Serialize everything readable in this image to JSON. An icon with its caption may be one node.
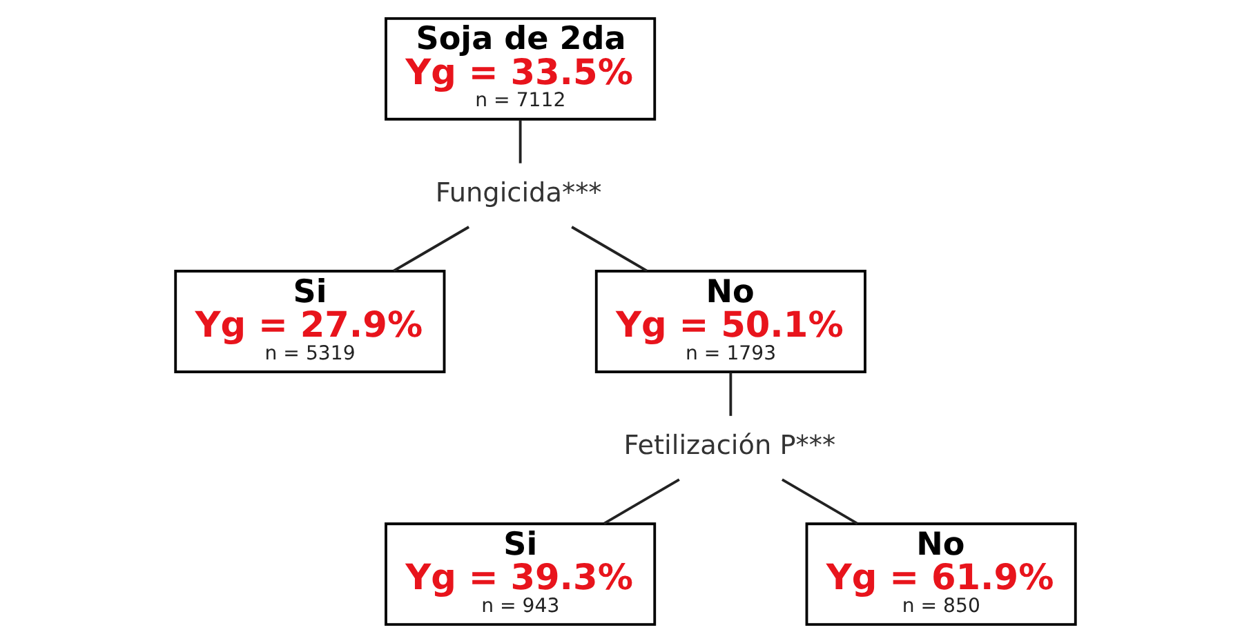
{
  "diagram": {
    "nodes": [
      {
        "text": [
          "Soja de 2da",
          "Yg = 33.5%",
          "n = 7112"
        ]
      },
      {
        "text": [
          "Fungicida***"
        ]
      },
      {
        "text": [
          "Si",
          "Yg = 27.9%",
          "n = 5319"
        ]
      },
      {
        "text": [
          "No",
          "Yg = 50.1%",
          "n = 1793"
        ]
      },
      {
        "text": [
          "Fetilización P***"
        ]
      },
      {
        "text": [
          "Si",
          "Yg = 39.3%",
          "n = 943"
        ]
      },
      {
        "text": [
          "No",
          "Yg = 61.9%",
          "n = 850"
        ]
      }
    ],
    "edges": [
      {
        "from": 0,
        "to": 1,
        "arrow": "none"
      },
      {
        "from": 1,
        "to": 2,
        "arrow": "none"
      },
      {
        "from": 1,
        "to": 3,
        "arrow": "none"
      },
      {
        "from": 3,
        "to": 4,
        "arrow": "none"
      },
      {
        "from": 4,
        "to": 5,
        "arrow": "none"
      },
      {
        "from": 4,
        "to": 6,
        "arrow": "none"
      }
    ]
  }
}
